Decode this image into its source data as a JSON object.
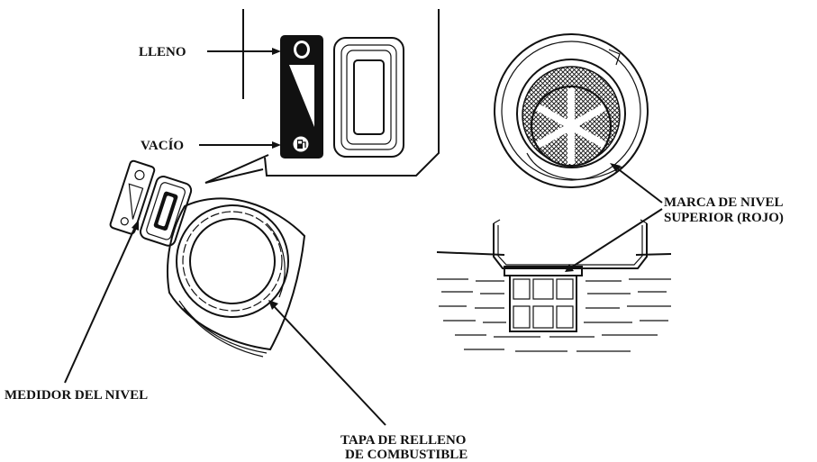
{
  "labels": {
    "lleno": "LLENO",
    "vacio": "VACÍO",
    "medidor": "MEDIDOR DEL NIVEL",
    "tapa_line1": "TAPA DE RELLENO",
    "tapa_line2": "DE COMBUSTIBLE",
    "marca_line1": "MARCA DE NIVEL",
    "marca_line2": "SUPERIOR (ROJO)"
  },
  "icons": {
    "full_mark": "circle-icon",
    "empty_mark": "fuel-pump-icon",
    "filter_mesh": "mesh-strainer-icon"
  },
  "colors": {
    "ink": "#111111",
    "paper": "#ffffff"
  }
}
